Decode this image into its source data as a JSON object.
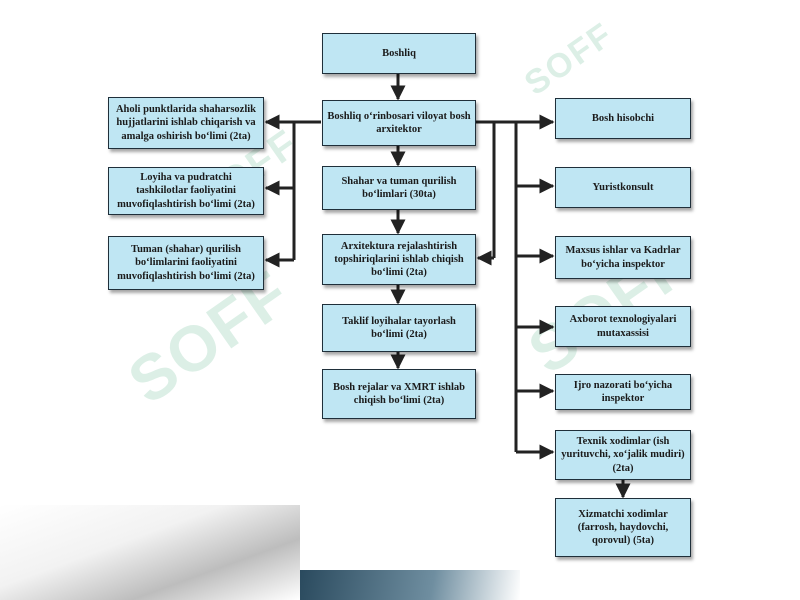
{
  "chart": {
    "watermark": "SOFF",
    "nodes": {
      "boshliq": "Boshliq",
      "orinbosar": "Boshliq o‘rinbosari viloyat bosh arxitektor",
      "shahar_tuman": "Shahar va tuman qurilish bo‘limlari (30ta)",
      "arxitektura": "Arxitektura rejalashtirish topshiriqlarini ishlab chiqish bo‘limi (2ta)",
      "taklif": "Taklif loyihalar  tayorlash bo‘limi (2ta)",
      "bosh_rejalar": "Bosh rejalar va XMRT ishlab chiqish bo‘limi (2ta)",
      "aholi": "Aholi punktlarida shaharsozlik hujjatlarini ishlab chiqarish va amalga oshirish bo‘limi (2ta)",
      "loyiha": "Loyiha va pudratchi tashkilotlar faoliyatini muvofiqlashtirish bo‘limi (2ta)",
      "tuman_shahar": "Tuman (shahar) qurilish bo‘limlarini faoliyatini muvofiqlashtirish bo‘limi (2ta)",
      "bosh_hisobchi": "Bosh hisobchi",
      "yuristkonsult": "Yuristkonsult",
      "maxsus": "Maxsus ishlar va Kadrlar bo‘yicha inspektor",
      "axborot": "Axborot texnologiyalari mutaxassisi",
      "ijro": "Ijro nazorati bo‘yicha inspektor",
      "texnik": "Texnik xodimlar (ish yurituvchi, xo‘jalik mudiri) (2ta)",
      "xizmatchi": "Xizmatchi xodimlar (farrosh, haydovchi, qorovul) (5ta)"
    }
  }
}
